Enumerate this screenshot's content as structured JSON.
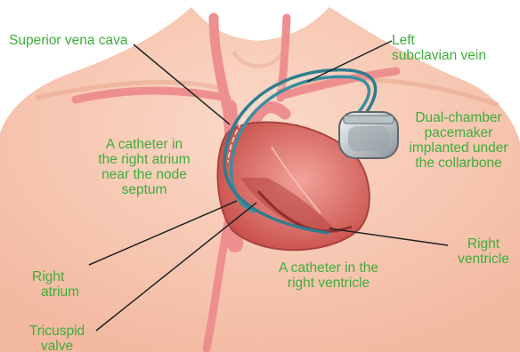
{
  "colors": {
    "label_text": "#3fae3b",
    "skin": "#f6c6b0",
    "vessel": "#ee8f8f",
    "heart": "#d96a63",
    "lead": "#3a8ea0",
    "pointer": "#222222"
  },
  "labels": {
    "superior_vena_cava": "Superior vena cava",
    "left_subclavian_vein": [
      "Left",
      "subclavian vein"
    ],
    "pacemaker": [
      "Dual-chamber",
      "pacemaker",
      "implanted under",
      "the collarbone"
    ],
    "atrium_catheter": [
      "A catheter in",
      "the right atrium",
      "near the node",
      "septum"
    ],
    "right_atrium": [
      "Right",
      "atrium"
    ],
    "right_ventricle": [
      "Right",
      "ventricle"
    ],
    "ventricle_catheter": [
      "A catheter in the",
      "right ventricle"
    ],
    "tricuspid_valve": [
      "Tricuspid",
      "valve"
    ]
  }
}
